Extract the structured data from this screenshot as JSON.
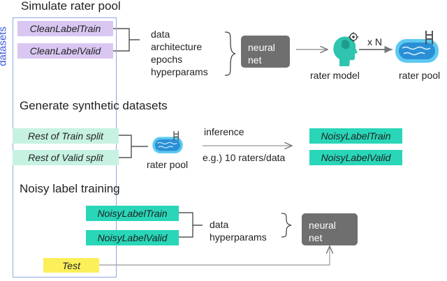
{
  "sections": {
    "simulate": "Simulate rater pool",
    "generate": "Generate synthetic datasets",
    "noisy": "Noisy label training"
  },
  "datasets_label": "datasets",
  "simulate": {
    "box_train": "CleanLabelTrain",
    "box_valid": "CleanLabelValid",
    "config_lines": "data\narchitecture\nepochs\nhyperparams",
    "neural_net": "neural\nnet",
    "rater_model_caption": "rater model",
    "multiplier": "x N",
    "rater_pool_caption": "rater pool"
  },
  "generate": {
    "box_train": "Rest of Train split",
    "box_valid": "Rest of Valid split",
    "rater_pool_caption": "rater pool",
    "inference": "inference",
    "raters_note": "e.g.) 10 raters/data",
    "out_train": "NoisyLabelTrain",
    "out_valid": "NoisyLabelValid"
  },
  "noisy": {
    "box_train": "NoisyLabelTrain",
    "box_valid": "NoisyLabelValid",
    "config_lines": "data\nhyperparams",
    "neural_net": "neural\nnet",
    "test": "Test"
  },
  "colors": {
    "clean": "#d9c7f2",
    "split": "#c7f2e2",
    "noisy": "#29d6b8",
    "test": "#fbef5a",
    "neural_net": "#6f6f6f",
    "datasets_border": "#8fa6e0",
    "datasets_text": "#3b5bdb"
  },
  "icons": [
    "head-gear-icon",
    "pool-icon",
    "pool-icon"
  ]
}
